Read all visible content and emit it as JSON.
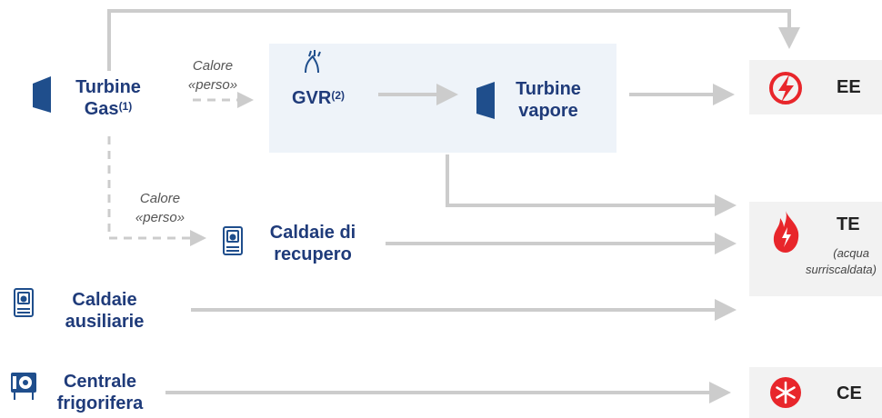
{
  "nodes": {
    "turbine_gas": {
      "line1": "Turbine",
      "line2": "Gas",
      "sup": "(1)"
    },
    "gvr": {
      "label": "GVR",
      "sup": "(2)"
    },
    "turbine_vapore": {
      "line1": "Turbine",
      "line2": "vapore"
    },
    "caldaie_recupero": {
      "line1": "Caldaie di",
      "line2": "recupero"
    },
    "caldaie_ausiliarie": {
      "line1": "Caldaie",
      "line2": "ausiliarie"
    },
    "centrale_frigorifera": {
      "line1": "Centrale",
      "line2": "frigorifera"
    }
  },
  "notes": {
    "calore_perso_top": {
      "line1": "Calore",
      "line2": "«perso»"
    },
    "calore_perso_mid": {
      "line1": "Calore",
      "line2": "«perso»"
    }
  },
  "outputs": {
    "ee": {
      "label": "EE",
      "icon": "lightning-icon",
      "color": "#e8262b"
    },
    "te": {
      "label": "TE",
      "sub1": "(acqua",
      "sub2": "surriscaldata)",
      "icon": "flame-icon",
      "color": "#e8262b"
    },
    "ce": {
      "label": "CE",
      "icon": "snowflake-icon",
      "color": "#e8262b"
    }
  },
  "colors": {
    "text": "#1f3b7a",
    "arrow": "#cccccc",
    "icon": "#1f4e8c"
  }
}
